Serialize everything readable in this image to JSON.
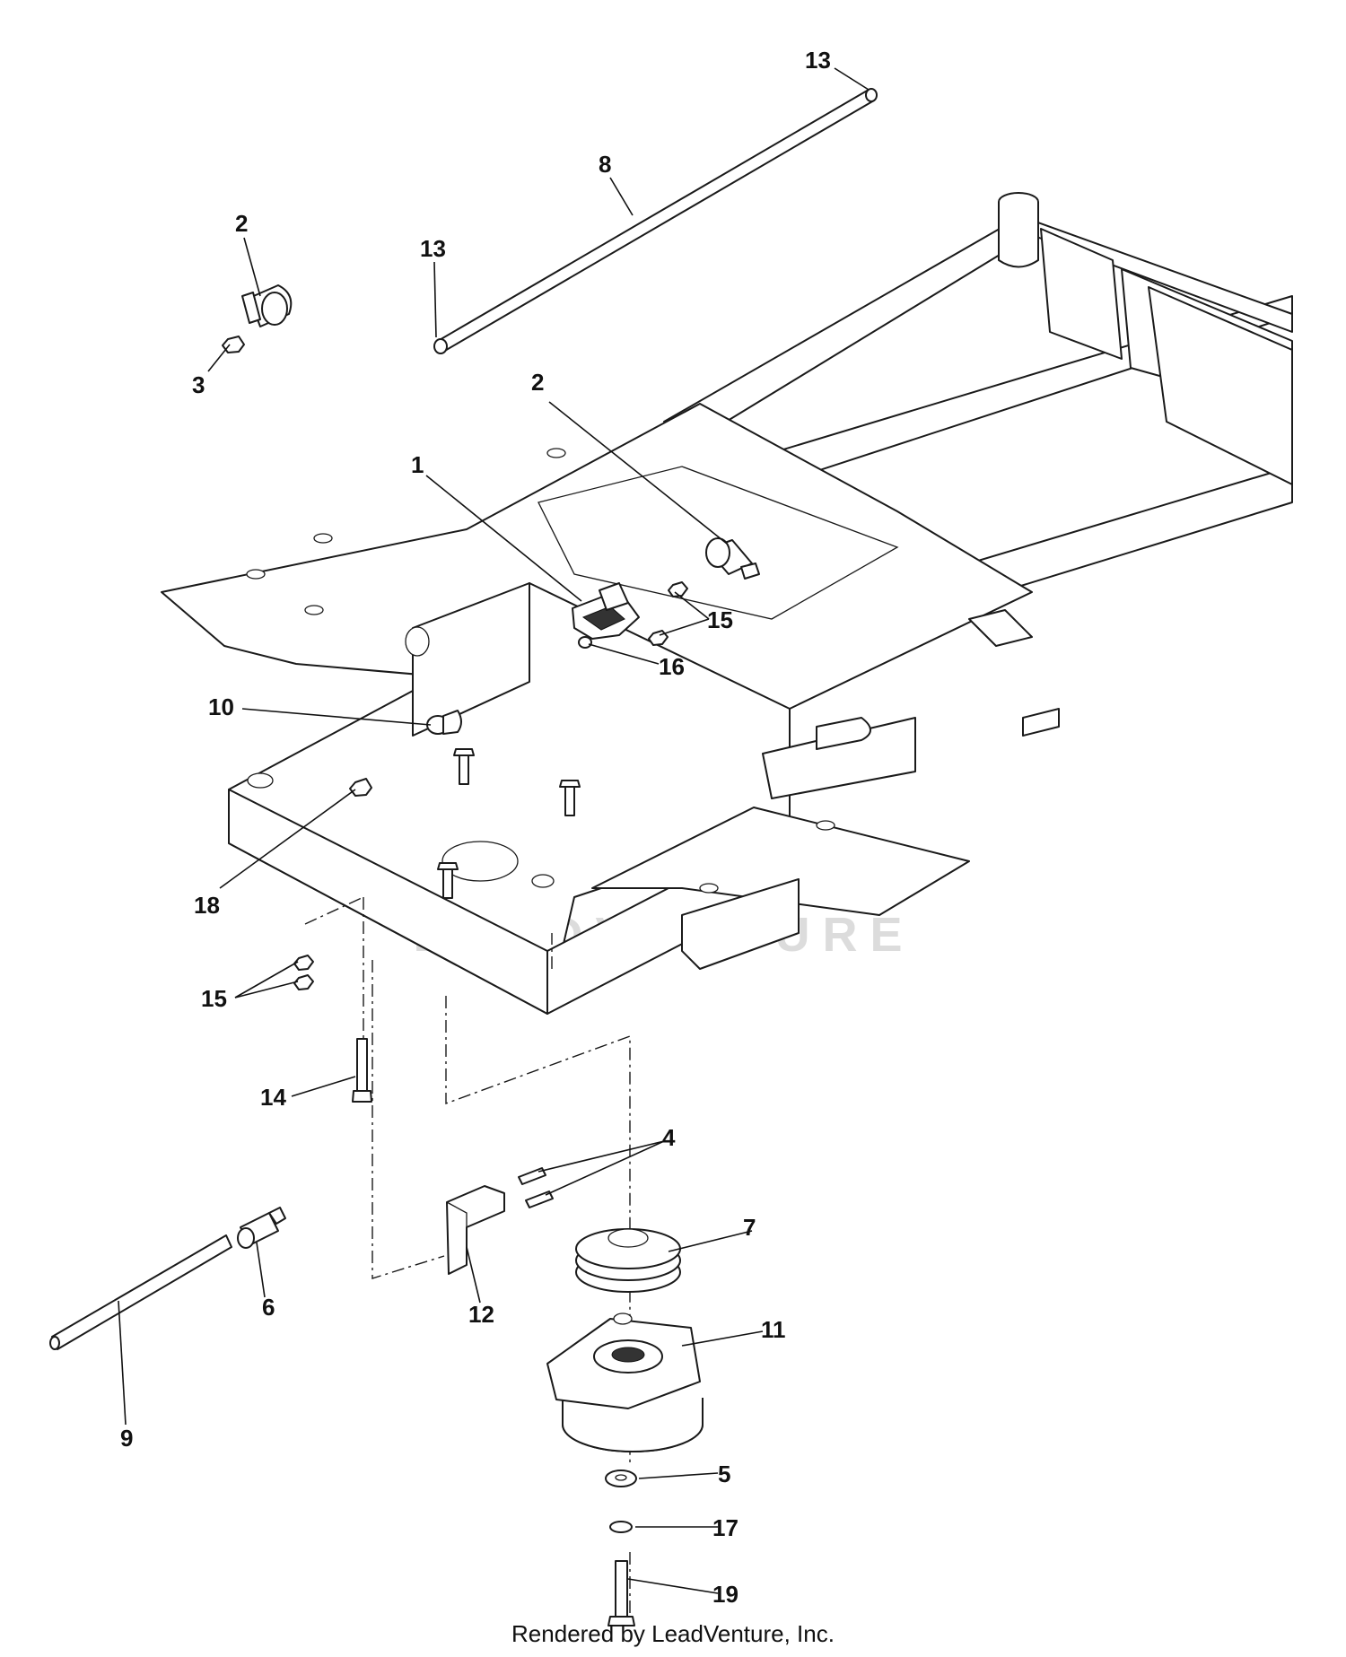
{
  "watermark": {
    "text": "LEADVENTURE"
  },
  "footer": {
    "text": "Rendered by LeadVenture, Inc."
  },
  "callouts": [
    {
      "id": "c13a",
      "label": "13"
    },
    {
      "id": "c8",
      "label": "8"
    },
    {
      "id": "c2a",
      "label": "2"
    },
    {
      "id": "c13b",
      "label": "13"
    },
    {
      "id": "c3",
      "label": "3"
    },
    {
      "id": "c2b",
      "label": "2"
    },
    {
      "id": "c1",
      "label": "1"
    },
    {
      "id": "c15a",
      "label": "15"
    },
    {
      "id": "c16",
      "label": "16"
    },
    {
      "id": "c10",
      "label": "10"
    },
    {
      "id": "c18",
      "label": "18"
    },
    {
      "id": "c15b",
      "label": "15"
    },
    {
      "id": "c14",
      "label": "14"
    },
    {
      "id": "c4",
      "label": "4"
    },
    {
      "id": "c7",
      "label": "7"
    },
    {
      "id": "c6",
      "label": "6"
    },
    {
      "id": "c12",
      "label": "12"
    },
    {
      "id": "c11",
      "label": "11"
    },
    {
      "id": "c9",
      "label": "9"
    },
    {
      "id": "c5",
      "label": "5"
    },
    {
      "id": "c17",
      "label": "17"
    },
    {
      "id": "c19",
      "label": "19"
    }
  ]
}
